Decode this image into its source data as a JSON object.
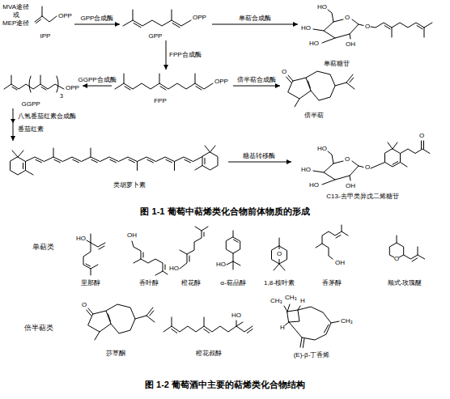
{
  "diagram": {
    "caption": "图 1-1 葡萄中萜烯类化合物前体物质的形成",
    "nodes": [
      {
        "text": [
          "IPP"
        ]
      },
      {
        "text": [
          "GPP"
        ]
      },
      {
        "text": [
          "单萜糖苷"
        ]
      },
      {
        "text": [
          "GGPP"
        ]
      },
      {
        "text": [
          "FPP"
        ]
      },
      {
        "text": [
          "倍半萜"
        ]
      },
      {
        "text": [
          "类胡萝卜素"
        ]
      },
      {
        "text": [
          "C13-去甲类异戊二烯糖苷"
        ]
      }
    ],
    "edges": [
      {
        "from": 0,
        "to": 1,
        "arrow": "to",
        "label": "GPP合成酶"
      },
      {
        "from": 1,
        "to": 2,
        "arrow": "to",
        "label": "单萜合成酶"
      },
      {
        "from": 1,
        "to": 4,
        "arrow": "to",
        "label": "FPP合成酶"
      },
      {
        "from": 4,
        "to": 3,
        "arrow": "to",
        "label": "GGPP合成酶"
      },
      {
        "from": 4,
        "to": 5,
        "arrow": "to",
        "label": "倍半萜合成酶"
      },
      {
        "from": 3,
        "to": 6,
        "arrow": "to",
        "label": "八氢番茄红素合成酶"
      },
      {
        "from": 6,
        "to": 7,
        "arrow": "to",
        "label": "糖基转移酶"
      }
    ],
    "labels": [
      "MVA途径 或 MEP途径",
      "OPP",
      "OPP",
      "HO",
      "HO",
      "HO",
      "OH",
      "O",
      "O",
      "3",
      "OPP",
      "OPP",
      "O",
      "番茄红素",
      "HO",
      "HO",
      "HO",
      "OH",
      "O",
      "O",
      "O",
      "单萜类",
      "HO",
      "里那醇",
      "OH",
      "香叶醇",
      "HO",
      "橙花醇",
      "HO",
      "α-萜品醇",
      "O",
      "1,8-桉叶素",
      "OH",
      "香茅醇",
      "O",
      "顺式-玫瑰醚",
      "倍半萜类",
      "O",
      "莎草酮",
      "HO",
      "橙花叔醇",
      "CH₃",
      "CH₃",
      "H",
      "H",
      "CH₃",
      "(E)-β-丁香烯",
      "图 1-2 葡萄酒中主要的萜烯类化合物结构"
    ]
  }
}
